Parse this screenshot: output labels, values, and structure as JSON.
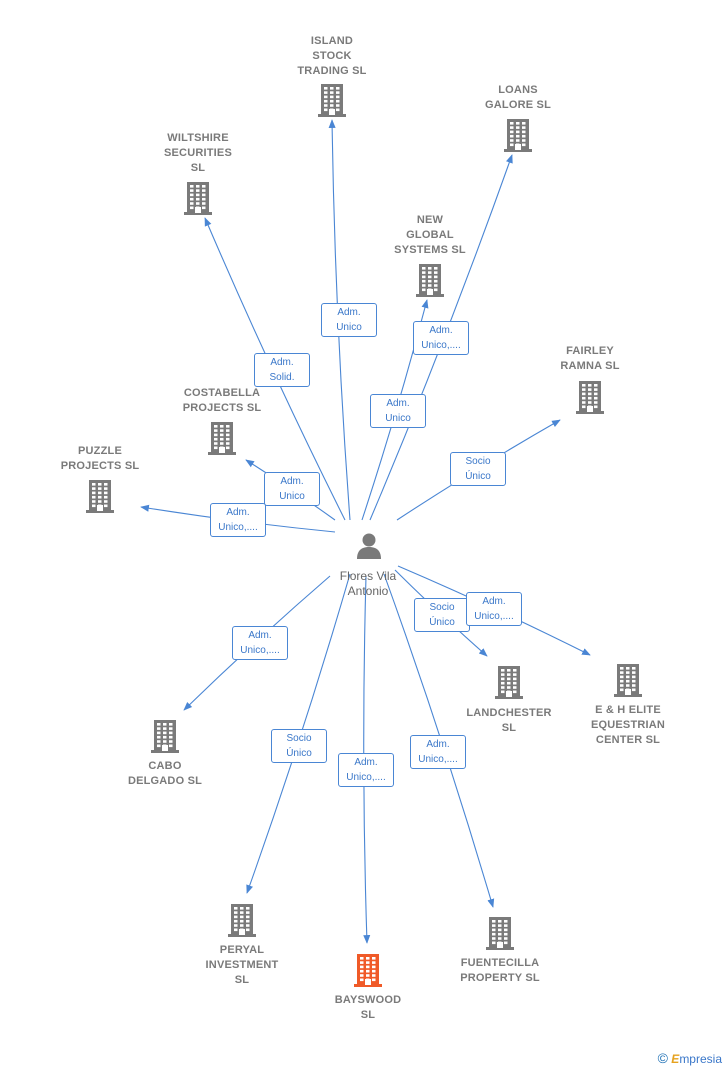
{
  "center": {
    "name": "Flores Vila\nAntonio",
    "icon": "person-icon"
  },
  "colors": {
    "edge": "#4a86d4",
    "building": "#7a7a7a",
    "highlight": "#f05a28"
  },
  "companies": [
    {
      "id": "island",
      "name": "ISLAND\nSTOCK\nTRADING SL"
    },
    {
      "id": "loans",
      "name": "LOANS\nGALORE  SL"
    },
    {
      "id": "wiltshire",
      "name": "WILTSHIRE\nSECURITIES\nSL"
    },
    {
      "id": "newglobal",
      "name": "NEW\nGLOBAL\nSYSTEMS SL"
    },
    {
      "id": "fairley",
      "name": "FAIRLEY\nRAMNA  SL"
    },
    {
      "id": "costabella",
      "name": "COSTABELLA\nPROJECTS  SL"
    },
    {
      "id": "puzzle",
      "name": "PUZZLE\nPROJECTS  SL"
    },
    {
      "id": "landchester",
      "name": "LANDCHESTER\nSL"
    },
    {
      "id": "ehelite",
      "name": "E & H ELITE\nEQUESTRIAN\nCENTER  SL"
    },
    {
      "id": "cabo",
      "name": "CABO\nDELGADO SL"
    },
    {
      "id": "peryal",
      "name": "PERYAL\nINVESTMENT\nSL"
    },
    {
      "id": "bayswood",
      "name": "BAYSWOOD\nSL",
      "highlight": true
    },
    {
      "id": "fuentecilla",
      "name": "FUENTECILLA\nPROPERTY  SL"
    }
  ],
  "relations": [
    {
      "to": "island",
      "label": "Adm.\nUnico"
    },
    {
      "to": "loans",
      "label": "Adm.\nUnico,...."
    },
    {
      "to": "wiltshire",
      "label": "Adm.\nSolid."
    },
    {
      "to": "newglobal",
      "label": "Adm.\nUnico"
    },
    {
      "to": "fairley",
      "label": "Socio\nÚnico"
    },
    {
      "to": "costabella",
      "label": "Adm.\nUnico"
    },
    {
      "to": "puzzle",
      "label": "Adm.\nUnico,...."
    },
    {
      "to": "landchester",
      "label": "Socio\nÚnico"
    },
    {
      "to": "ehelite",
      "label": "Adm.\nUnico,...."
    },
    {
      "to": "cabo",
      "label": "Adm.\nUnico,...."
    },
    {
      "to": "peryal",
      "label": "Socio\nÚnico"
    },
    {
      "to": "bayswood",
      "label": "Adm.\nUnico,...."
    },
    {
      "to": "fuentecilla",
      "label": "Adm.\nUnico,...."
    }
  ],
  "brand": {
    "copyright": "©",
    "initial": "E",
    "rest": "mpresia"
  }
}
